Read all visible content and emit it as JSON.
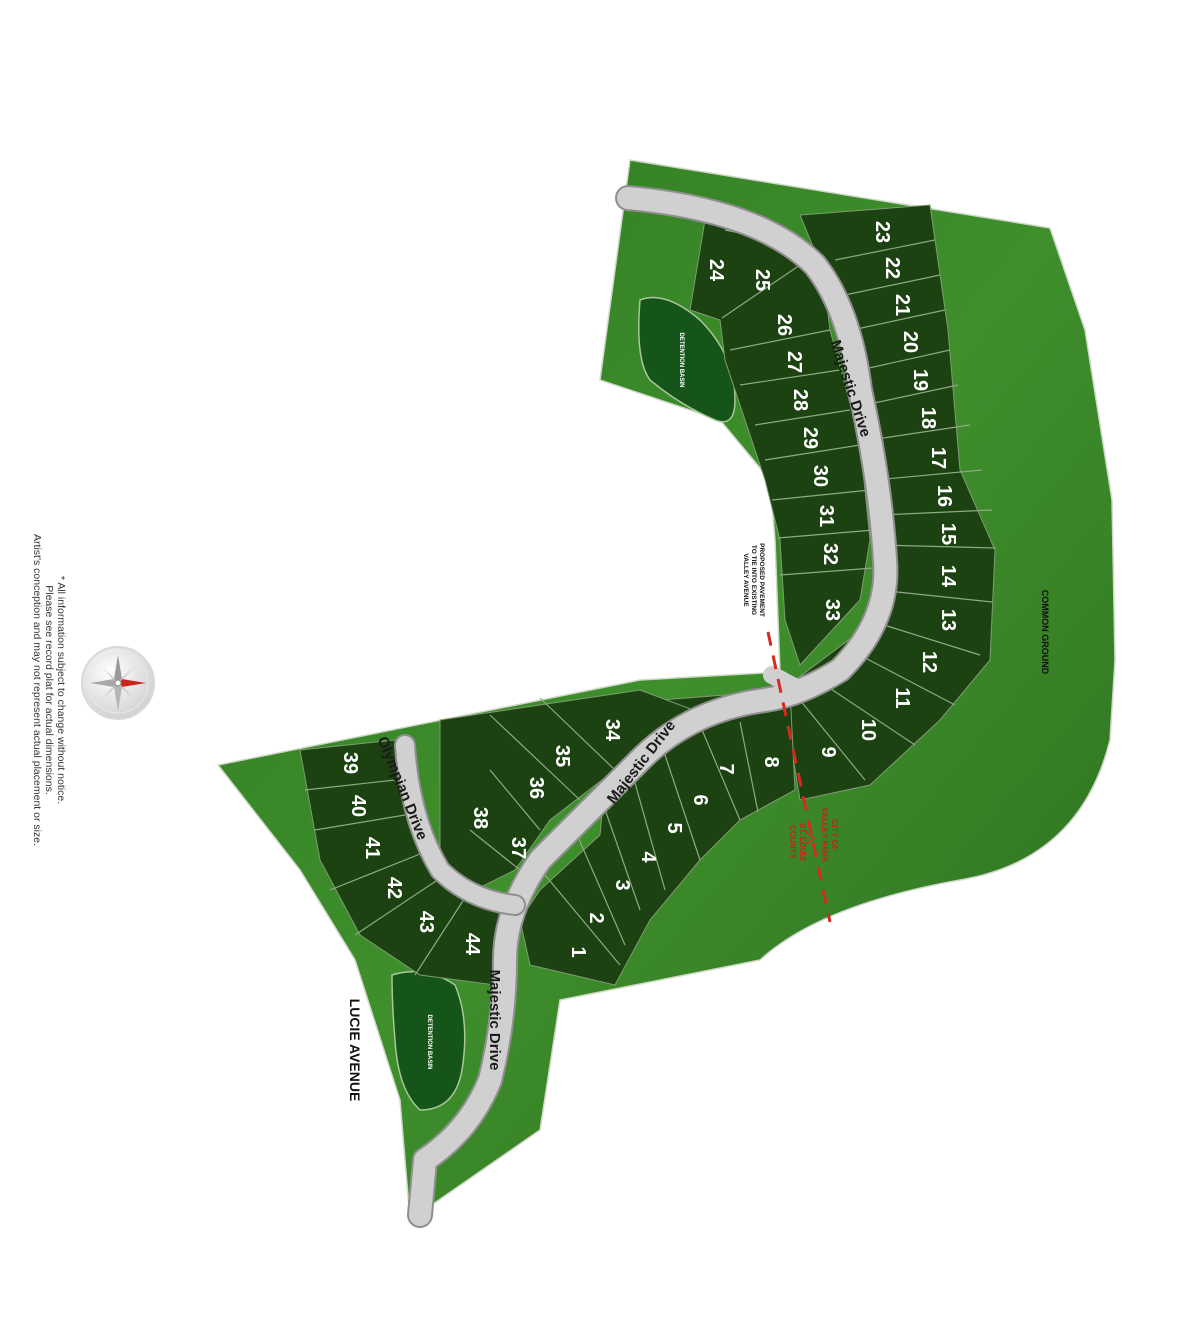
{
  "streets": {
    "majestic_upper": "Majestic Drive",
    "majestic_middle": "Majestic Drive",
    "majestic_lower": "Majestic Drive",
    "olympian": "Olympian Drive",
    "lucie": "LUCIE AVENUE"
  },
  "areas": {
    "common_ground": "COMMON GROUND",
    "detention_basin_upper": "DETENTION BASIN",
    "detention_basin_lower": "DETENTION BASIN"
  },
  "notes": {
    "proposed_pavement_1": "PROPOSED PAVEMENT",
    "proposed_pavement_2": "TO TIE INTO EXISTING",
    "proposed_pavement_3": "VALLEY AVENUE",
    "city_1": "CITY OF",
    "city_2": "VALLEY PARK",
    "county_1": "ST. LOUIS",
    "county_2": "COUNTY"
  },
  "disclaimer": {
    "line1": "* All information subject to change without notice.",
    "line2": "Please see record plat for actual dimensions.",
    "line3": "Artist's conception and may not represent actual placement or size."
  },
  "lots": [
    "1",
    "2",
    "3",
    "4",
    "5",
    "6",
    "7",
    "8",
    "9",
    "10",
    "11",
    "12",
    "13",
    "14",
    "15",
    "16",
    "17",
    "18",
    "19",
    "20",
    "21",
    "22",
    "23",
    "24",
    "25",
    "26",
    "27",
    "28",
    "29",
    "30",
    "31",
    "32",
    "33",
    "34",
    "35",
    "36",
    "37",
    "38",
    "39",
    "40",
    "41",
    "42",
    "43",
    "44"
  ],
  "colors": {
    "grass": "#3c8a2a",
    "lot": "#1c4212",
    "road": "#c9c9c9",
    "boundary": "#d42a1f"
  },
  "icons": {
    "compass": "compass-rose-icon"
  }
}
